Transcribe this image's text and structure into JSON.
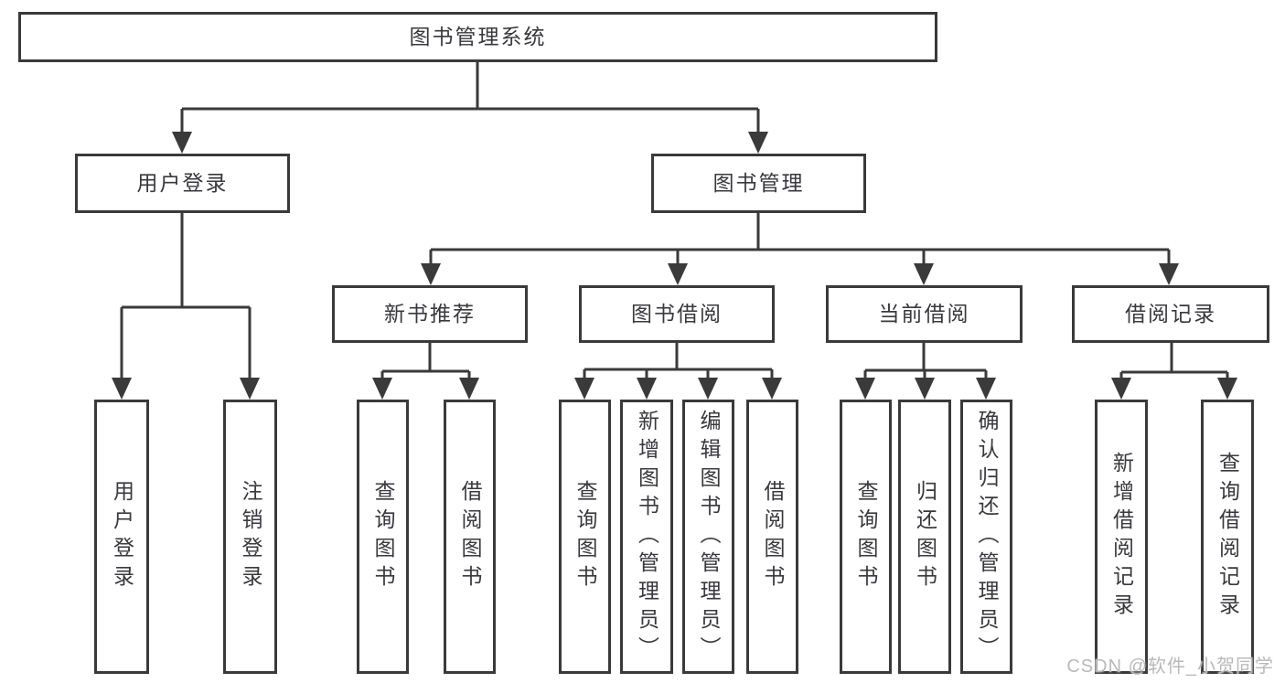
{
  "tree": {
    "root": "图书管理系统",
    "children": [
      {
        "label": "用户登录",
        "children": [
          "用户登录",
          "注销登录"
        ]
      },
      {
        "label": "图书管理",
        "children": [
          {
            "label": "新书推荐",
            "children": [
              "查询图书",
              "借阅图书"
            ]
          },
          {
            "label": "图书借阅",
            "children": [
              "查询图书",
              "新增图书（管理员）",
              "编辑图书（管理员）",
              "借阅图书"
            ]
          },
          {
            "label": "当前借阅",
            "children": [
              "查询图书",
              "归还图书",
              "确认归还（管理员）"
            ]
          },
          {
            "label": "借阅记录",
            "children": [
              "新增借阅记录",
              "查询借阅记录"
            ]
          }
        ]
      }
    ]
  },
  "watermark": "CSDN @软件_小贺同学",
  "colors": {
    "line": "#3a3a3a",
    "box_border": "#3a3a3a",
    "text": "#38383e",
    "watermark": "#b9b9b9",
    "background": "#ffffff"
  }
}
